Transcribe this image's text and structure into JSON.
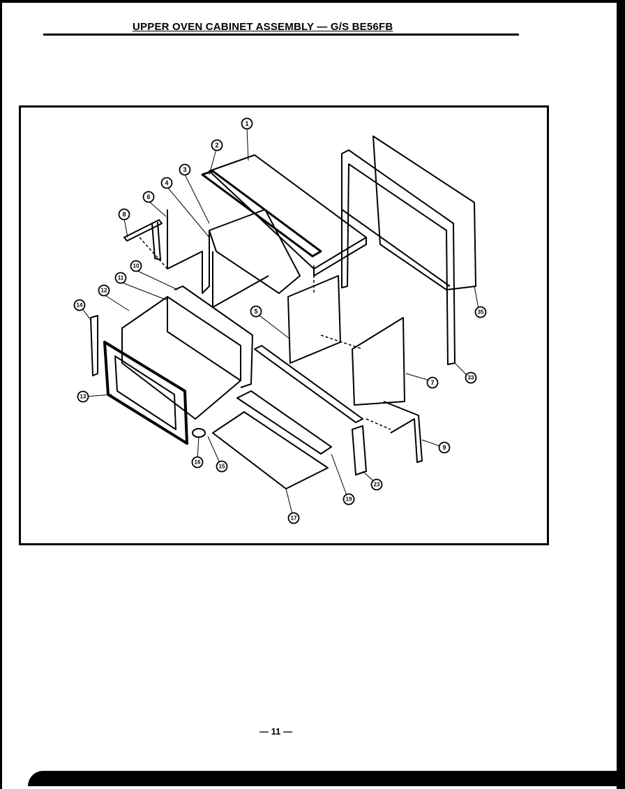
{
  "title": "UPPER OVEN CABINET ASSEMBLY — G/S BE56FB",
  "page_number": "— 11 —",
  "callouts": [
    {
      "id": "c1",
      "label": "1"
    },
    {
      "id": "c2",
      "label": "2"
    },
    {
      "id": "c3",
      "label": "3"
    },
    {
      "id": "c4",
      "label": "4"
    },
    {
      "id": "c5",
      "label": "5"
    },
    {
      "id": "c6",
      "label": "6"
    },
    {
      "id": "c7",
      "label": "7"
    },
    {
      "id": "c8",
      "label": "8"
    },
    {
      "id": "c9",
      "label": "9"
    },
    {
      "id": "c10",
      "label": "10"
    },
    {
      "id": "c11",
      "label": "11"
    },
    {
      "id": "c12",
      "label": "12"
    },
    {
      "id": "c13",
      "label": "13"
    },
    {
      "id": "c14",
      "label": "14"
    },
    {
      "id": "c15",
      "label": "15"
    },
    {
      "id": "c16",
      "label": "16"
    },
    {
      "id": "c17",
      "label": "17"
    },
    {
      "id": "c19",
      "label": "19"
    },
    {
      "id": "c23",
      "label": "23"
    },
    {
      "id": "c33",
      "label": "33"
    },
    {
      "id": "c35",
      "label": "35"
    }
  ]
}
